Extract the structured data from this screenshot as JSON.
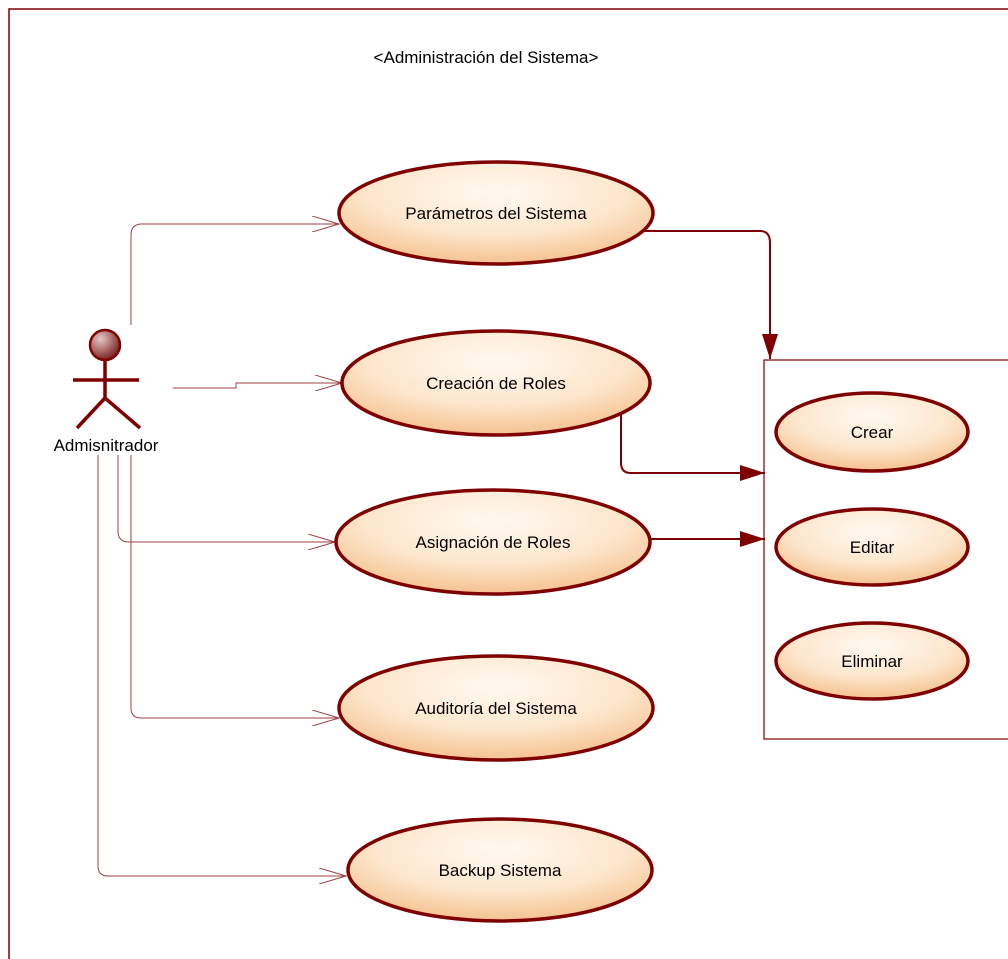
{
  "diagram": {
    "title": "<Administración del Sistema>",
    "actor": {
      "label": "Admisnitrador"
    },
    "use_cases": [
      {
        "label": "Parámetros del Sistema"
      },
      {
        "label": "Creación de Roles"
      },
      {
        "label": "Asignación de Roles"
      },
      {
        "label": "Auditoría del Sistema"
      },
      {
        "label": "Backup Sistema"
      }
    ],
    "sub_use_cases": [
      {
        "label": "Crear"
      },
      {
        "label": "Editar"
      },
      {
        "label": "Eliminar"
      }
    ],
    "colors": {
      "border": "#7f0000",
      "thin_line": "#a04040",
      "ellipse_fill_light": "#fff6ea",
      "ellipse_fill_dark": "#f6c79a",
      "actor_head": "#8c3b3b"
    }
  }
}
